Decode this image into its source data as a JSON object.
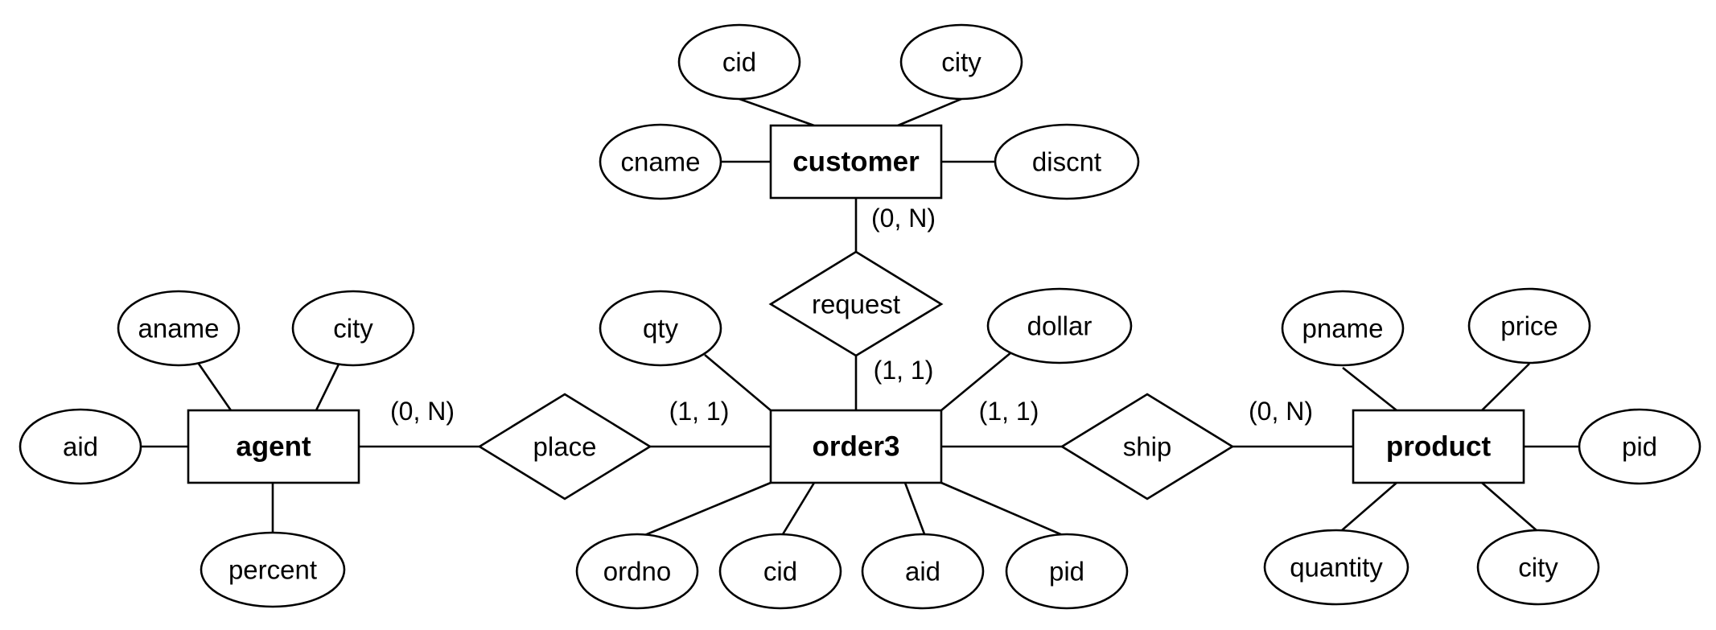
{
  "entities": {
    "customer": "customer",
    "agent": "agent",
    "order3": "order3",
    "product": "product"
  },
  "relationships": {
    "request": "request",
    "place": "place",
    "ship": "ship"
  },
  "attributes": {
    "customer": {
      "cid": "cid",
      "city": "city",
      "cname": "cname",
      "discnt": "discnt"
    },
    "agent": {
      "aname": "aname",
      "city": "city",
      "aid": "aid",
      "percent": "percent"
    },
    "order3": {
      "qty": "qty",
      "dollar": "dollar",
      "ordno": "ordno",
      "cid": "cid",
      "aid": "aid",
      "pid": "pid"
    },
    "product": {
      "pname": "pname",
      "price": "price",
      "pid": "pid",
      "quantity": "quantity",
      "city": "city"
    }
  },
  "cardinalities": {
    "customer_request": "(0, N)",
    "order3_request": "(1, 1)",
    "agent_place": "(0, N)",
    "order3_place": "(1, 1)",
    "order3_ship": "(1, 1)",
    "product_ship": "(0, N)"
  }
}
